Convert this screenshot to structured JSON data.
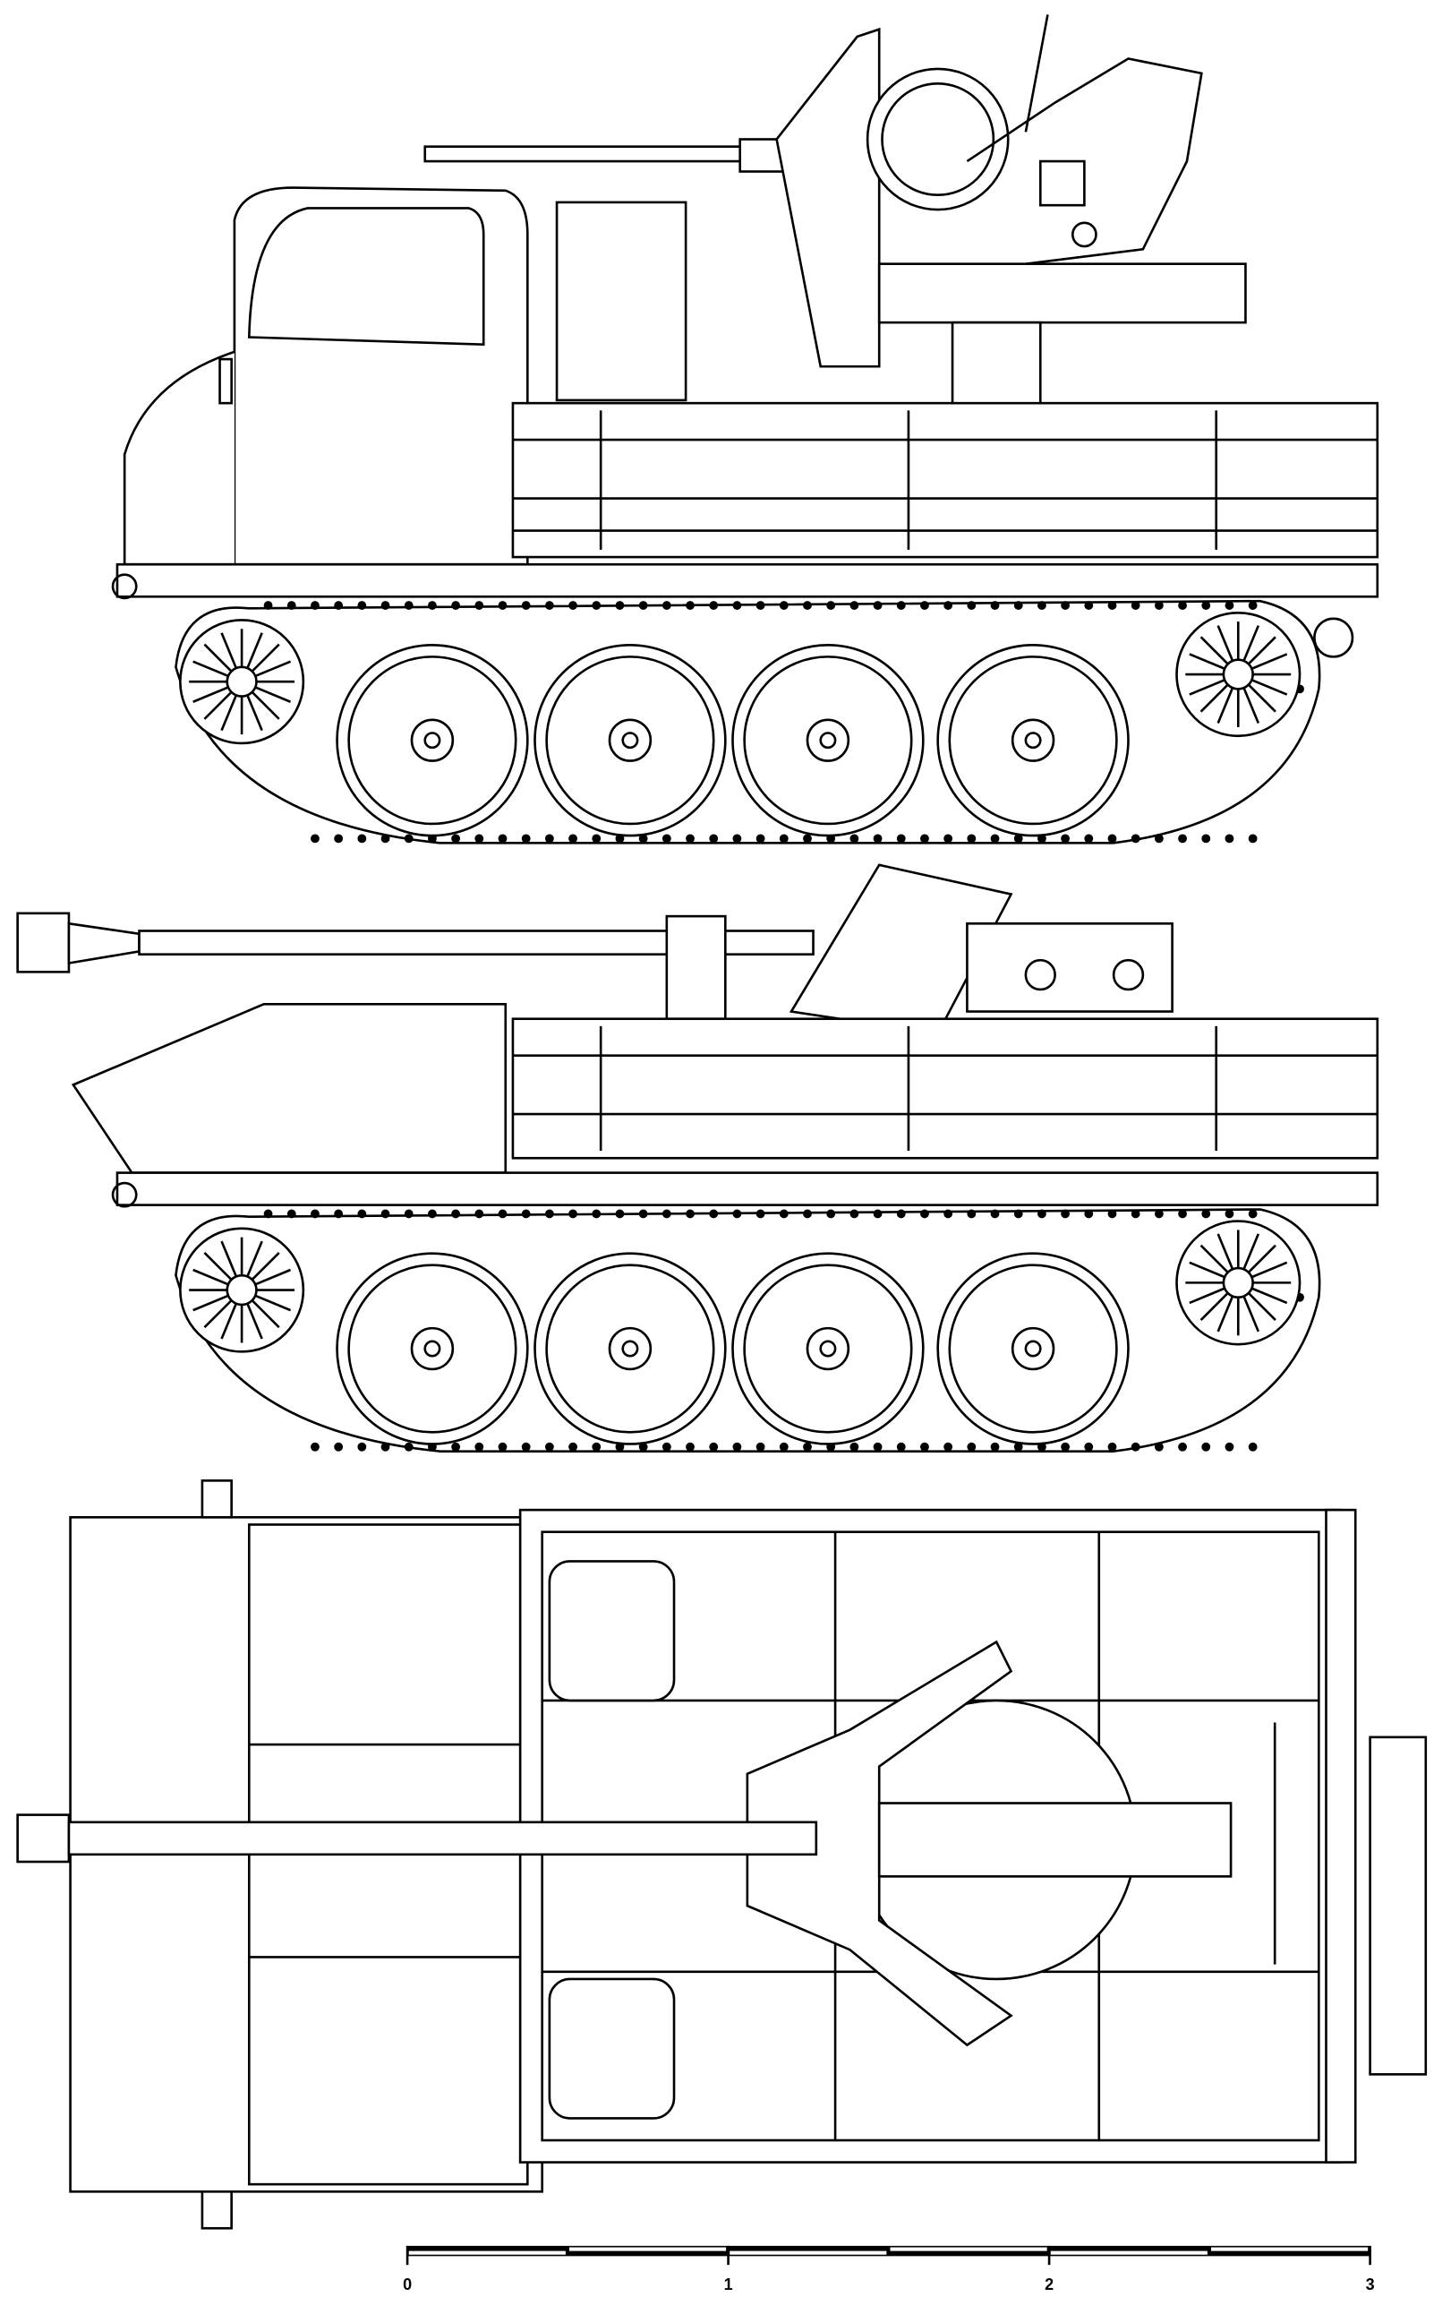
{
  "drawing": {
    "views": [
      "side-view-gun-travel",
      "side-view-gun-lowered",
      "top-view"
    ],
    "line_color": "#000000",
    "background": "#ffffff"
  },
  "scale_bar": {
    "labels": [
      "0",
      "1",
      "2",
      "3"
    ]
  }
}
